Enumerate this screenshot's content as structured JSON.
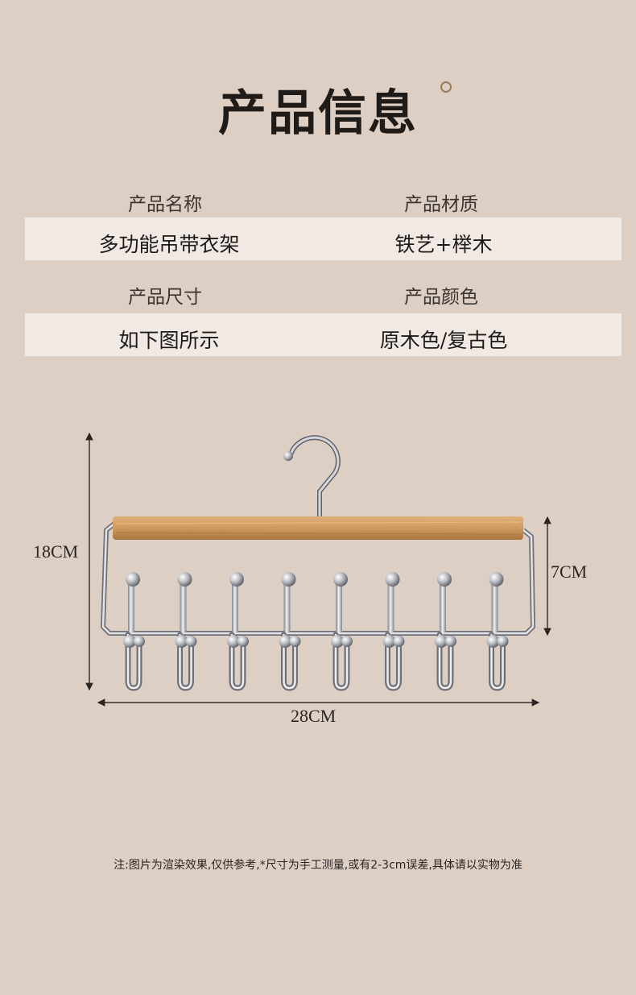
{
  "title": "产品信息",
  "info": {
    "name_label": "产品名称",
    "name_value": "多功能吊带衣架",
    "material_label": "产品材质",
    "material_value": "铁艺+榉木",
    "size_label": "产品尺寸",
    "size_value": "如下图所示",
    "color_label": "产品颜色",
    "color_value": "原木色/复古色"
  },
  "dimensions": {
    "height": "18CM",
    "bar_height": "7CM",
    "width": "28CM"
  },
  "hooks_count": 8,
  "colors": {
    "background": "#decfc4",
    "band": "#f1e9e4",
    "wood": "#d29c62",
    "metal": "#c9cbcf"
  },
  "note": "注:图片为渲染效果,仅供参考,*尺寸为手工测量,或有2-3cm误差,具体请以实物为准"
}
